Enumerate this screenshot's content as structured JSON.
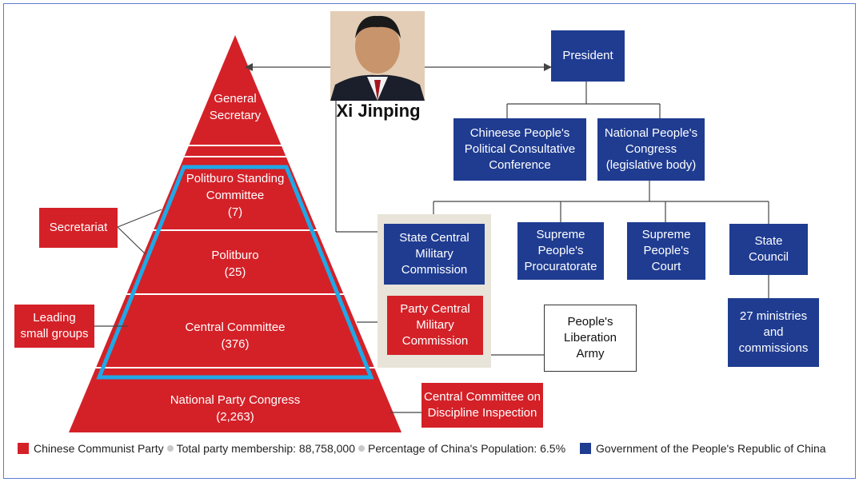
{
  "pyramid": {
    "general_secretary": "General\nSecretary",
    "standing_committee": "Politburo Standing\nCommittee\n(7)",
    "politburo": "Politburo\n(25)",
    "central_committee": "Central Committee\n(376)",
    "congress": "National Party Congress\n(2,263)"
  },
  "side_boxes": {
    "secretariat": "Secretariat",
    "leading_groups": "Leading\nsmall groups",
    "discipline": "Central Committee on\nDiscipline Inspection"
  },
  "leader": {
    "name": "Xi Jinping"
  },
  "government": {
    "president": "President",
    "cppcc": "Chineese People's\nPolitical Consultative\nConference",
    "npc": "National People's\nCongress\n(legislative body)",
    "state_cmc": "State Central\nMilitary\nCommission",
    "procuratorate": "Supreme\nPeople's\nProcuratorate",
    "court": "Supreme\nPeople's\nCourt",
    "state_council": "State\nCouncil",
    "ministries": "27 ministries\nand\ncommissions"
  },
  "military": {
    "party_cmc": "Party Central\nMilitary\nCommission",
    "pla": "People's\nLiberation\nArmy"
  },
  "legend": {
    "party": "Chinese Communist Party",
    "membership": "Total party membership: 88,758,000",
    "percentage": "Percentage of China's Population: 6.5%",
    "government": "Government of the People's Republic of China"
  },
  "colors": {
    "party_red": "#d42128",
    "gov_blue": "#1f3c91",
    "highlight": "#1fa8e6"
  }
}
